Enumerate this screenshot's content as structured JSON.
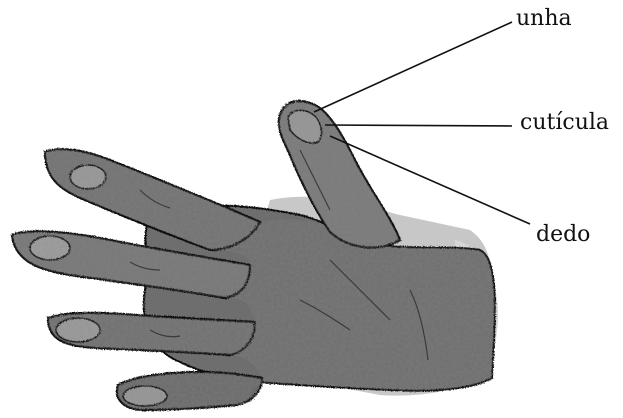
{
  "labels": {
    "nail": "unha",
    "cuticle": "cutícula",
    "finger": "dedo"
  },
  "colors": {
    "ink": "#111111",
    "wash_dark": "#555555",
    "wash_mid": "#7a7a7a",
    "wash_light": "#a3a3a3"
  }
}
